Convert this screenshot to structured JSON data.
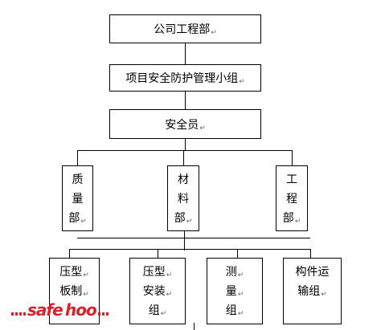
{
  "nodes": {
    "company_engineering": {
      "text": "公司工程部"
    },
    "safety_team": {
      "text": "项目安全防护管理小组"
    },
    "safety_officer": {
      "text": "安全员"
    },
    "quality_dept": {
      "lines": [
        "质",
        "量",
        "部"
      ]
    },
    "materials_dept": {
      "lines": [
        "材",
        "料",
        "部"
      ]
    },
    "engineering_dept": {
      "lines": [
        "工",
        "程",
        "部"
      ]
    },
    "panel_fabrication": {
      "lines": [
        "压型",
        "板制"
      ]
    },
    "panel_installation": {
      "lines": [
        "压型",
        "安装",
        "组"
      ]
    },
    "survey_team": {
      "lines": [
        "测",
        "量",
        "组"
      ]
    },
    "component_transport": {
      "lines": [
        "构件运",
        "输组"
      ]
    }
  },
  "paragraph_mark": "↵",
  "watermark": {
    "part1": "safe",
    "part2": "hoo"
  }
}
